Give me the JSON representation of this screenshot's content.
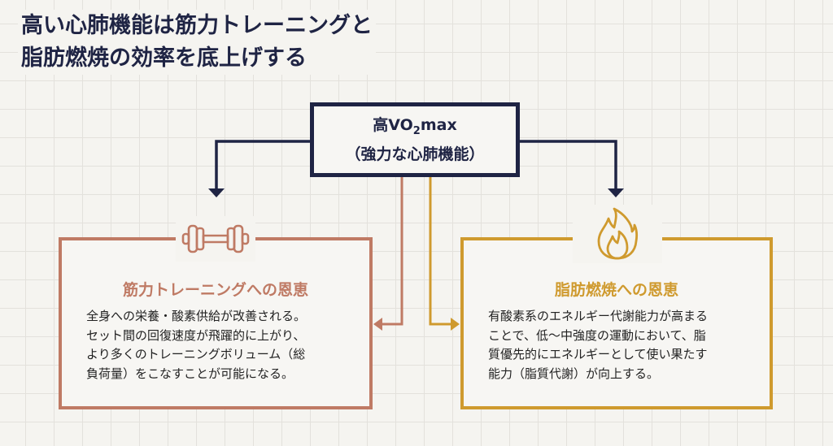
{
  "title": {
    "line1": "高い心肺機能は筋力トレーニングと",
    "line2": "脂肪燃焼の効率を底上げする"
  },
  "center": {
    "line1_prefix": "高VO",
    "line1_sub": "2",
    "line1_suffix": "max",
    "line2": "（強力な心肺機能）"
  },
  "left_card": {
    "icon": "dumbbell-icon",
    "title": "筋力トレーニングへの恩恵",
    "body": [
      "全身への栄養・酸素供給が改善される。",
      "セット間の回復速度が飛躍的に上がり、",
      "より多くのトレーニングボリューム（総",
      "負荷量）をこなすことが可能になる。"
    ]
  },
  "right_card": {
    "icon": "flame-icon",
    "title": "脂肪燃焼への恩恵",
    "body": [
      "有酸素系のエネルギー代謝能力が高まる",
      "ことで、低〜中強度の運動において、脂",
      "質優先的にエネルギーとして使い果たす",
      "能力（脂質代謝）が向上する。"
    ]
  },
  "colors": {
    "navy": "#1f2444",
    "terracotta": "#bf7a64",
    "gold": "#cf9a2e",
    "background": "#f5f4f0"
  }
}
